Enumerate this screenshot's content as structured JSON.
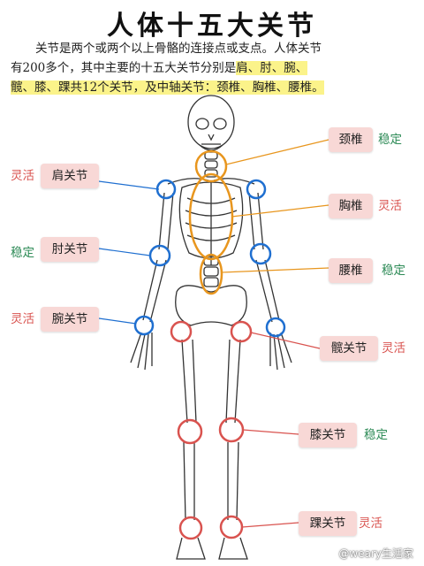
{
  "title": "人体十五大关节",
  "intro": {
    "line1": "关节是两个或两个以上骨骼的连接点或支点。人体关节",
    "line2_plain": "有200多个，其中主要的十五大关节分别是",
    "line2_hl": "肩、肘、腕、",
    "line3_hl": "髋、膝、踝共12个关节，及中轴关节：颈椎、胸椎、腰椎。"
  },
  "labels": {
    "shoulder": {
      "name": "肩关节",
      "tag": "灵活"
    },
    "elbow": {
      "name": "肘关节",
      "tag": "稳定"
    },
    "wrist": {
      "name": "腕关节",
      "tag": "灵活"
    },
    "cervical": {
      "name": "颈椎",
      "tag": "稳定"
    },
    "thoracic": {
      "name": "胸椎",
      "tag": "灵活"
    },
    "lumbar": {
      "name": "腰椎",
      "tag": "稳定"
    },
    "hip": {
      "name": "髋关节",
      "tag": "灵活"
    },
    "knee": {
      "name": "膝关节",
      "tag": "稳定"
    },
    "ankle": {
      "name": "踝关节",
      "tag": "灵活"
    }
  },
  "watermark": "@weary生活家",
  "colors": {
    "flexible_tag": "#d9534f",
    "stable_tag": "#2e8b57",
    "label_bg": "#f8d8d6",
    "highlight": "#fbf38a",
    "blue_ring": "#1f6fd0",
    "red_ring": "#d9534f",
    "orange_ring": "#e8961e"
  }
}
